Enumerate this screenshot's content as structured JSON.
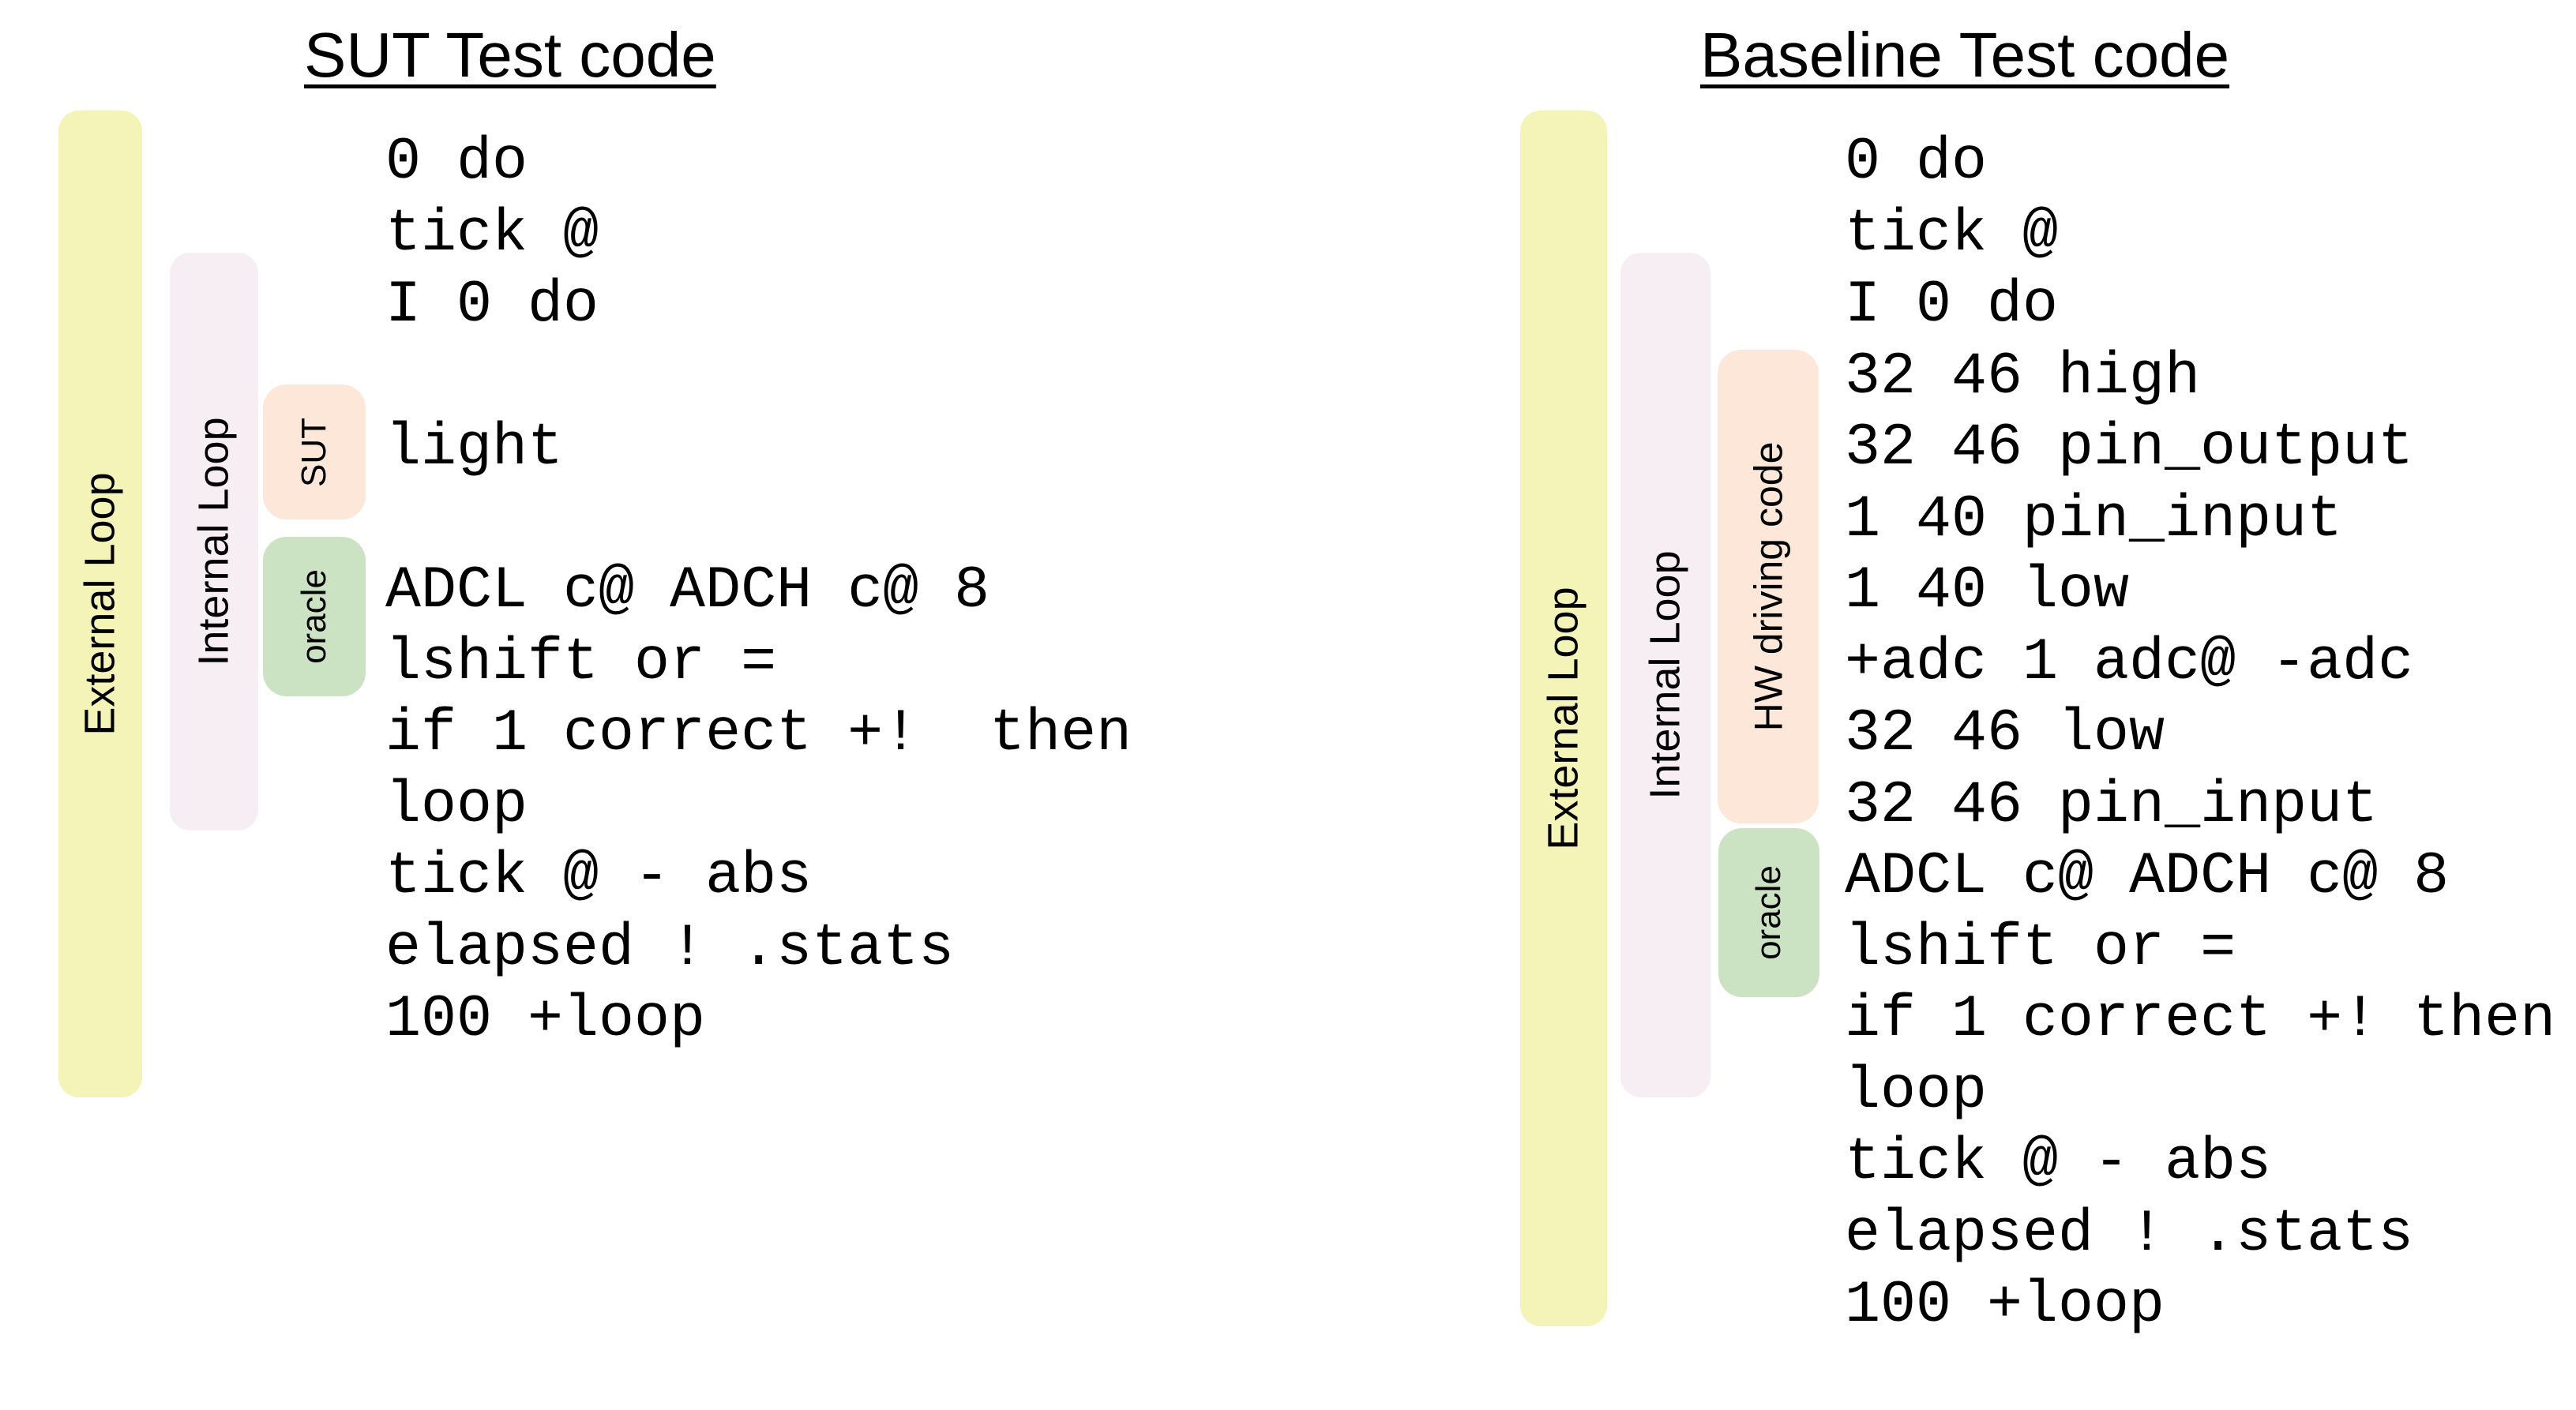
{
  "colors": {
    "external_loop_fill": "#f4f4b9",
    "internal_loop_fill": "#f7eef3",
    "sut_hw_fill": "#fce7d9",
    "oracle_fill": "#cce3c3",
    "text": "#000000"
  },
  "panels": {
    "left": {
      "title": "SUT Test code",
      "bars": {
        "external": {
          "label": "External Loop"
        },
        "internal": {
          "label": "Internal Loop"
        },
        "sut": {
          "label": "SUT"
        },
        "oracle": {
          "label": "oracle"
        }
      },
      "code": "0 do\ntick @\nI 0 do\n\nlight\n\nADCL c@ ADCH c@ 8\nlshift or =\nif 1 correct +!  then\nloop\ntick @ - abs\nelapsed ! .stats\n100 +loop"
    },
    "right": {
      "title": "Baseline Test code",
      "bars": {
        "external": {
          "label": "External Loop"
        },
        "internal": {
          "label": "Internal Loop"
        },
        "hw_driver": {
          "label": "HW driving code"
        },
        "oracle": {
          "label": "oracle"
        }
      },
      "code": "0 do\ntick @\nI 0 do\n32 46 high\n32 46 pin_output\n1 40 pin_input\n1 40 low\n+adc 1 adc@ -adc\n32 46 low\n32 46 pin_input\nADCL c@ ADCH c@ 8\nlshift or =\nif 1 correct +! then\nloop\ntick @ - abs\nelapsed ! .stats\n100 +loop"
    }
  }
}
